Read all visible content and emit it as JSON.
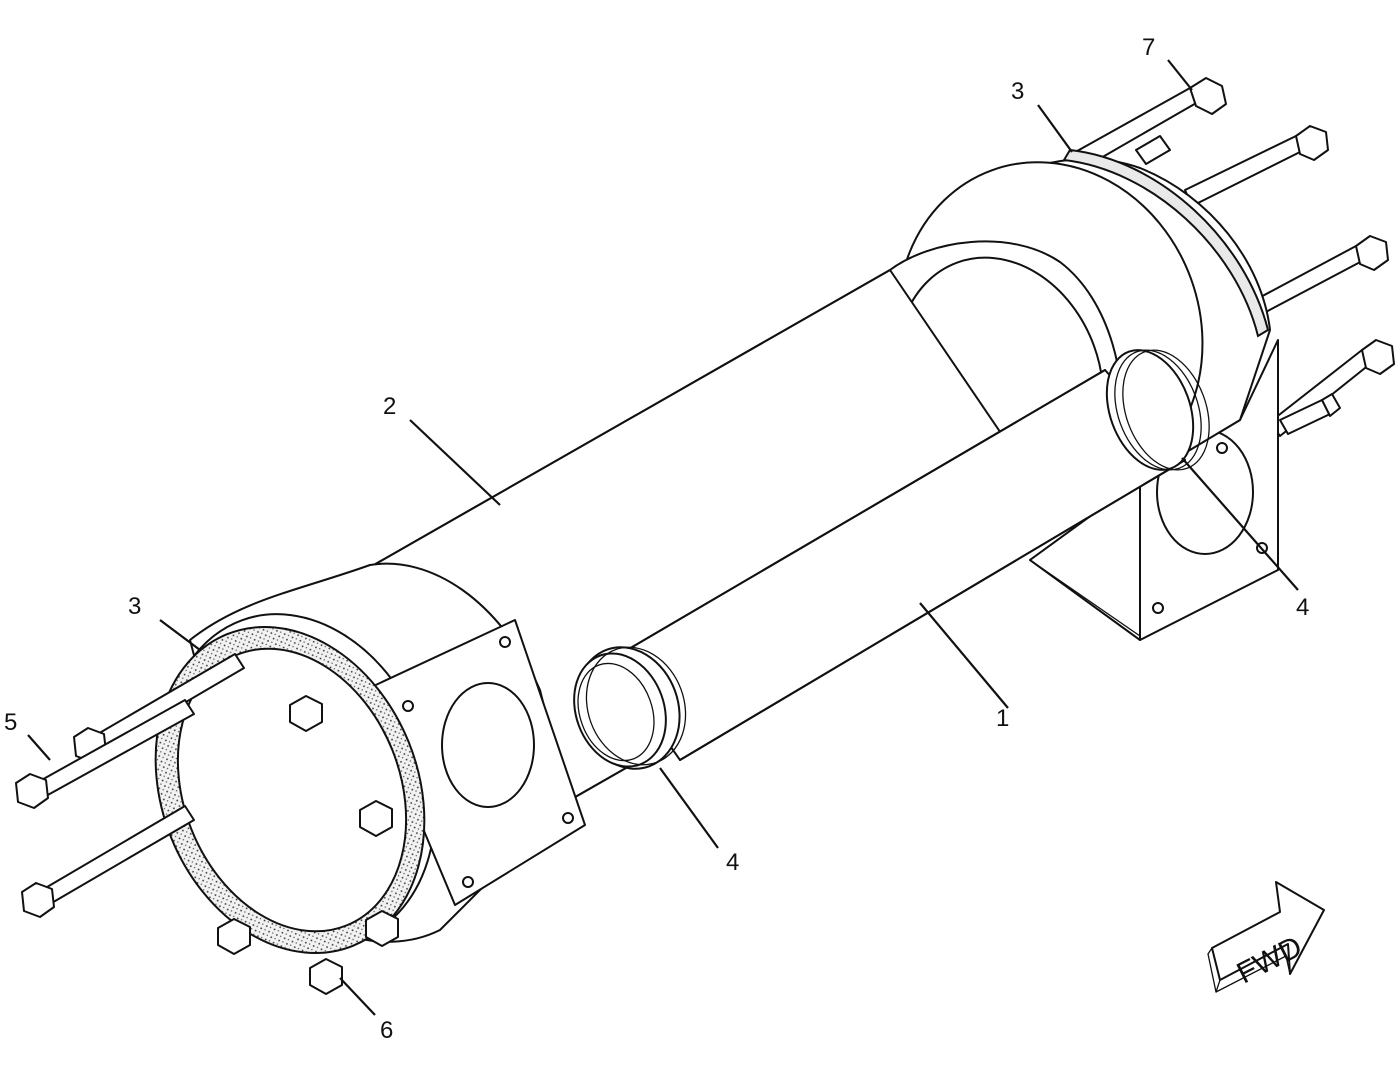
{
  "diagram": {
    "callouts": [
      {
        "id": "c1",
        "label": "1"
      },
      {
        "id": "c2",
        "label": "2"
      },
      {
        "id": "c3a",
        "label": "3"
      },
      {
        "id": "c3b",
        "label": "3"
      },
      {
        "id": "c4a",
        "label": "4"
      },
      {
        "id": "c4b",
        "label": "4"
      },
      {
        "id": "c5",
        "label": "5"
      },
      {
        "id": "c6",
        "label": "6"
      },
      {
        "id": "c7",
        "label": "7"
      }
    ],
    "direction_arrow": {
      "label": "FWD",
      "icon": "fwd-arrow-icon"
    }
  }
}
